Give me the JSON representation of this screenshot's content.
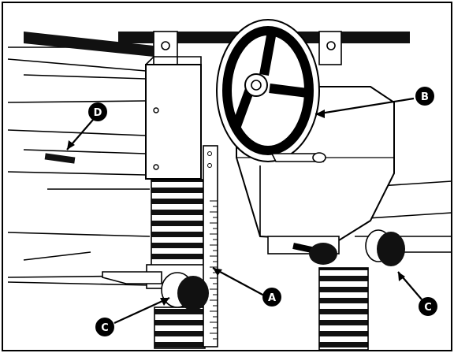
{
  "figure": {
    "callouts": [
      {
        "id": "A",
        "label": "A"
      },
      {
        "id": "B",
        "label": "B"
      },
      {
        "id": "C1",
        "label": "C"
      },
      {
        "id": "C2",
        "label": "C"
      },
      {
        "id": "D",
        "label": "D"
      }
    ]
  }
}
